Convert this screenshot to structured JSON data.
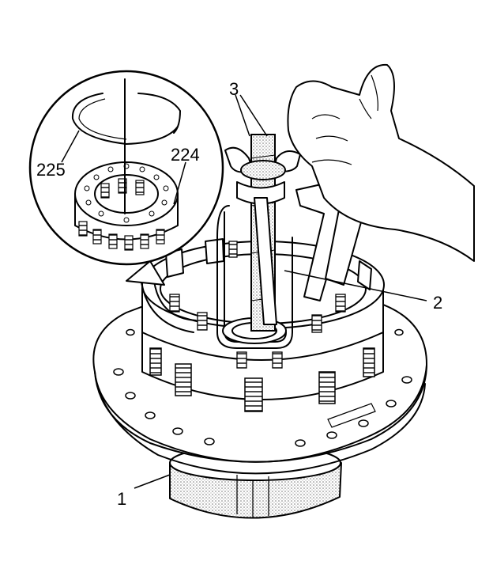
{
  "callouts": [
    {
      "id": "1",
      "text": "1"
    },
    {
      "id": "2",
      "text": "2"
    },
    {
      "id": "3",
      "text": "3"
    },
    {
      "id": "224",
      "text": "224"
    },
    {
      "id": "225",
      "text": "225"
    }
  ]
}
